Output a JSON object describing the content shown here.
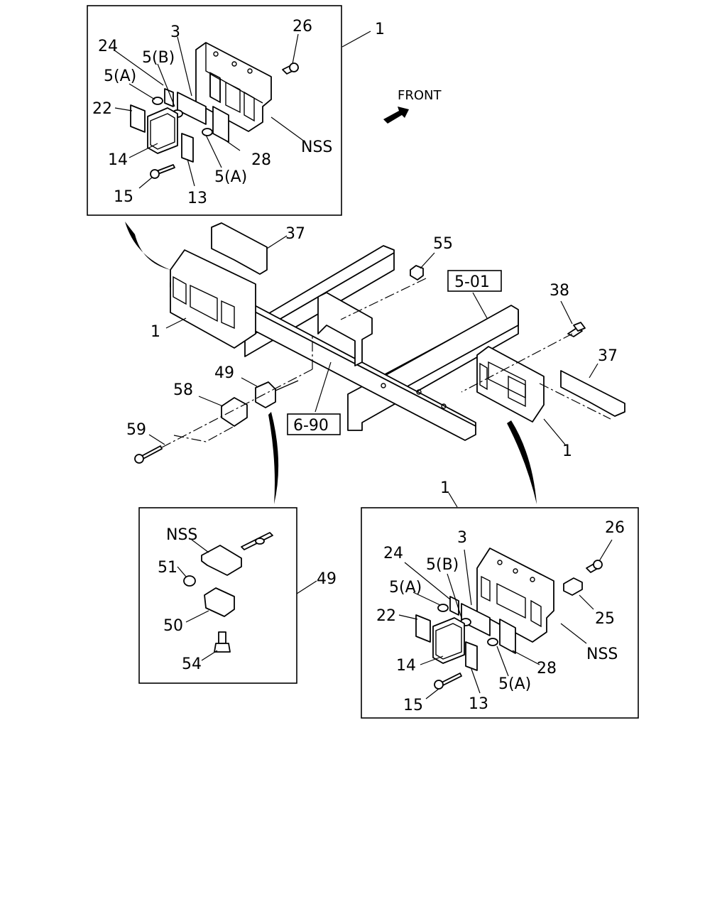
{
  "direction_label": "FRONT",
  "section_refs": [
    "5-01",
    "6-90"
  ],
  "labels": {
    "n1": "1",
    "n3": "3",
    "n5a": "5(A)",
    "n5b": "5(B)",
    "n13": "13",
    "n14": "14",
    "n15": "15",
    "n22": "22",
    "n24": "24",
    "n25": "25",
    "n26": "26",
    "n28": "28",
    "n37": "37",
    "n38": "38",
    "n49": "49",
    "n50": "50",
    "n51": "51",
    "n54": "54",
    "n55": "55",
    "n58": "58",
    "n59": "59",
    "nss": "NSS"
  }
}
